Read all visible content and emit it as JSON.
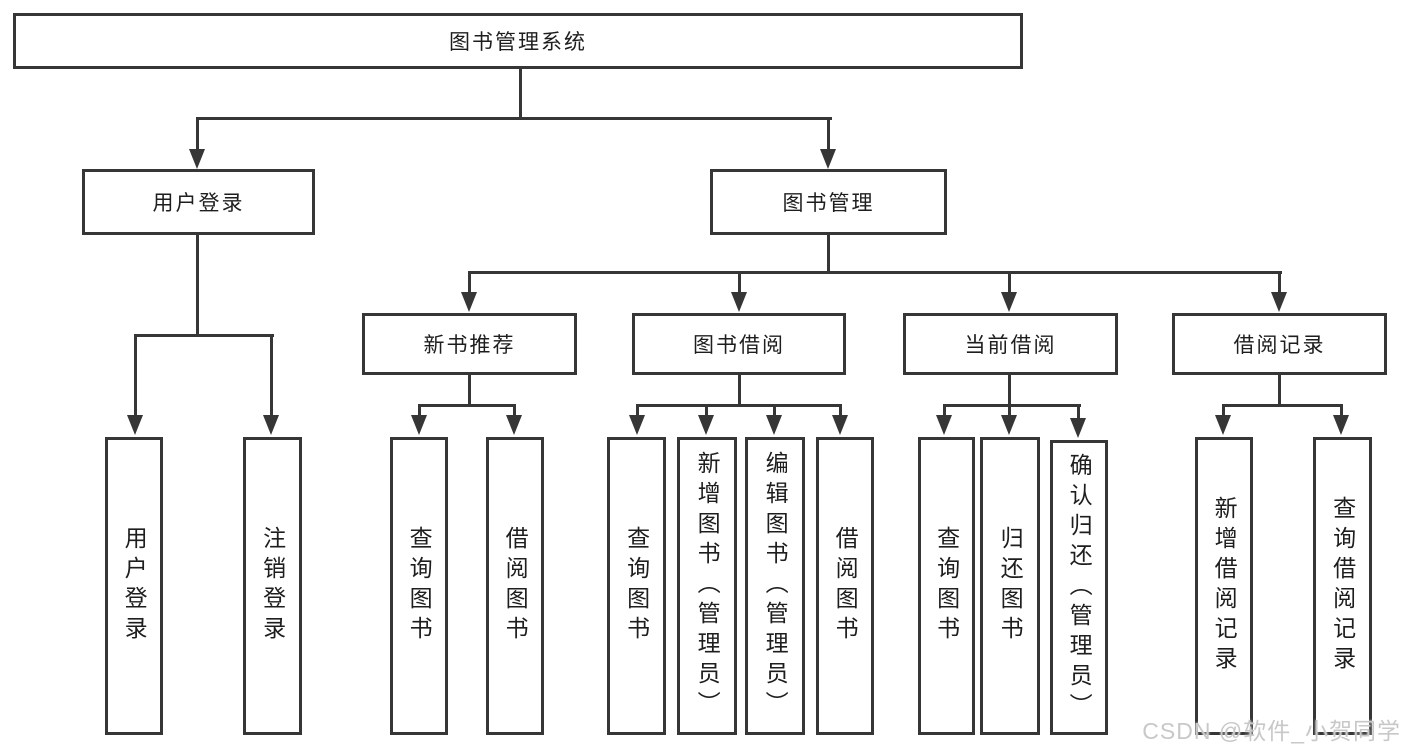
{
  "meta": {
    "watermark": "CSDN @软件_小贺同学"
  },
  "colors": {
    "line": "#363636",
    "text": "#1e1e1e",
    "watermark": "#c8c8c8",
    "background": "#ffffff"
  },
  "root": {
    "label": "图书管理系统"
  },
  "branches": [
    {
      "label": "用户登录",
      "leaves": [
        "用户登录",
        "注销登录"
      ]
    },
    {
      "label": "图书管理",
      "groups": [
        {
          "label": "新书推荐",
          "leaves": [
            "查询图书",
            "借阅图书"
          ]
        },
        {
          "label": "图书借阅",
          "leaves": [
            "查询图书",
            "新增图书（管理员）",
            "编辑图书（管理员）",
            "借阅图书"
          ]
        },
        {
          "label": "当前借阅",
          "leaves": [
            "查询图书",
            "归还图书",
            "确认归还（管理员）"
          ]
        },
        {
          "label": "借阅记录",
          "leaves": [
            "新增借阅记录",
            "查询借阅记录"
          ]
        }
      ]
    }
  ]
}
